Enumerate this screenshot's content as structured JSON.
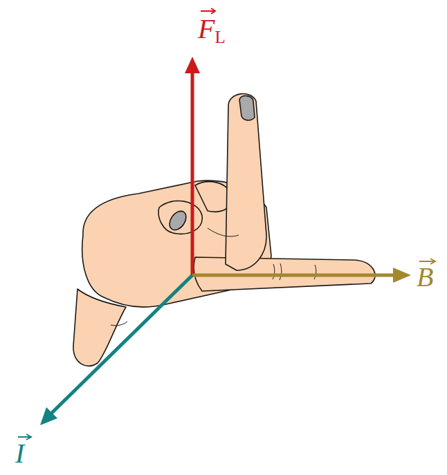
{
  "diagram": {
    "labels": [
      "FL",
      "B",
      "I"
    ]
  }
}
